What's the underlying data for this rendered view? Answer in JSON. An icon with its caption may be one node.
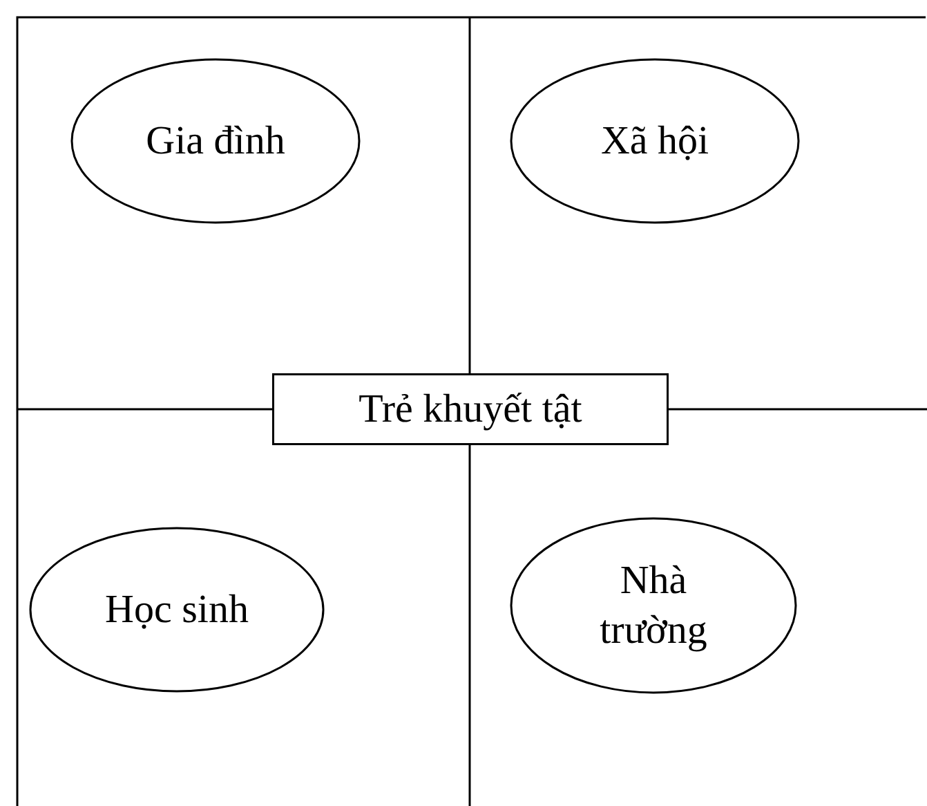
{
  "diagram": {
    "nodes": [
      {
        "text": [
          "Gia đình"
        ]
      },
      {
        "text": [
          "Xã hội"
        ]
      },
      {
        "text": [
          "Trẻ khuyết tật"
        ]
      },
      {
        "text": [
          "Học sinh"
        ]
      },
      {
        "text": [
          "Nhà trường"
        ]
      }
    ]
  }
}
